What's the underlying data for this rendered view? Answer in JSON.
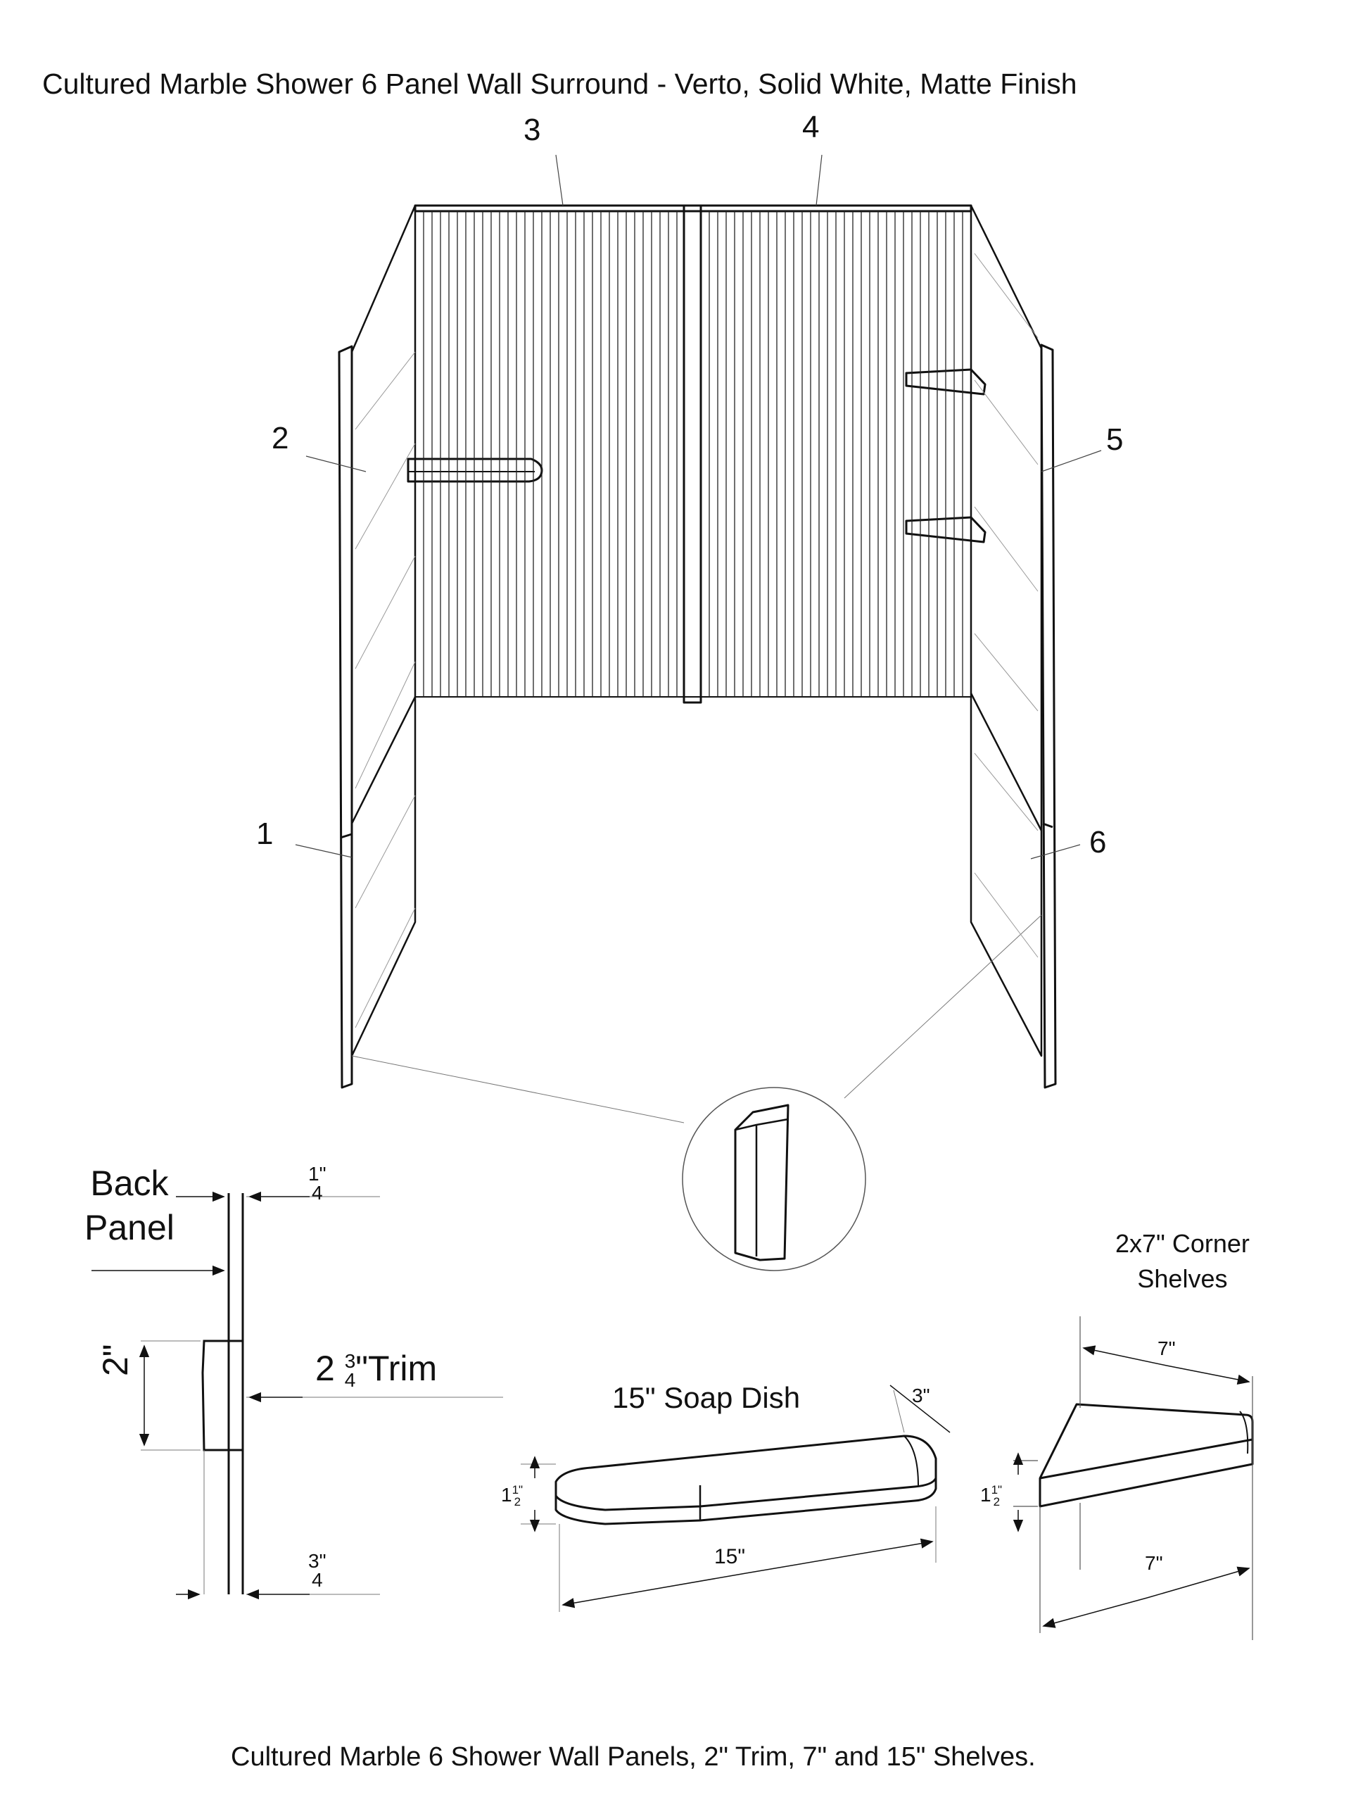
{
  "title": "Cultured Marble Shower 6 Panel Wall Surround - Verto, Solid White, Matte Finish",
  "panel_callouts": [
    "1",
    "2",
    "3",
    "4",
    "5",
    "6"
  ],
  "trim_detail": {
    "back_panel_label": "Back\nPanel",
    "top_thickness_num": "1",
    "top_thickness_unit": "\"",
    "top_thickness_den": "4",
    "trim_whole": "2",
    "trim_num": "3",
    "trim_den": "4",
    "trim_suffix": "\"Trim",
    "trim_height": "2\"",
    "bottom_thickness_num": "3",
    "bottom_thickness_unit": "\"",
    "bottom_thickness_den": "4"
  },
  "soap_dish": {
    "label": "15\" Soap Dish",
    "depth": "3\"",
    "length": "15\"",
    "thickness_whole": "1",
    "thickness_num": "1",
    "thickness_unit": "\"",
    "thickness_den": "2"
  },
  "corner_shelves": {
    "label": "2x7\" Corner\nShelves",
    "side_a": "7\"",
    "side_b": "7\"",
    "thickness_whole": "1",
    "thickness_num": "1",
    "thickness_unit": "\"",
    "thickness_den": "2"
  },
  "footer": "Cultured Marble 6 Shower Wall Panels, 2\" Trim, 7\" and 15\" Shelves."
}
